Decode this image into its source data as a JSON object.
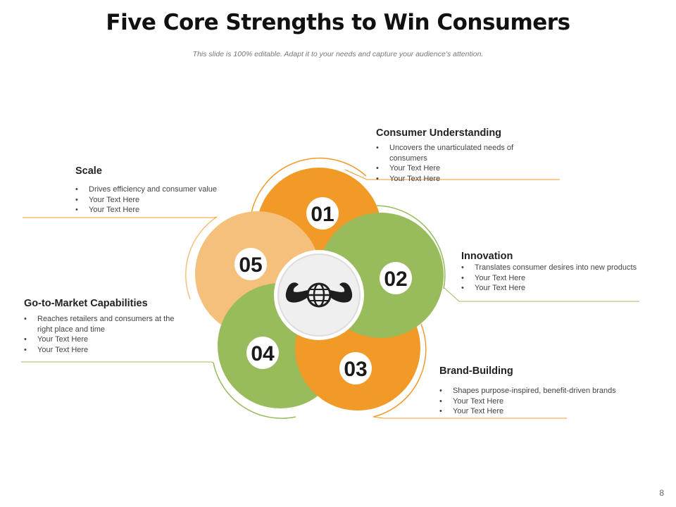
{
  "title": "Five Core Strengths to Win Consumers",
  "subtitle": "This slide is 100% editable. Adapt it to your needs and capture your audience’s attention.",
  "page_number": "8",
  "center_icon": "flexing-arms-globe-icon",
  "colors": {
    "orange": "#F29A28",
    "green": "#98BB5C",
    "light_orange": "#F5C07B",
    "center_fill": "#EFEFEF",
    "center_ring": "#DDDDDD"
  },
  "items": [
    {
      "number": "01",
      "heading": "Consumer Understanding",
      "bullets": [
        "Uncovers the unarticulated needs of consumers",
        "Your Text Here",
        "Your Text Here"
      ]
    },
    {
      "number": "02",
      "heading": "Innovation",
      "bullets": [
        "Translates consumer desires into new products",
        "Your Text Here",
        "Your Text Here"
      ]
    },
    {
      "number": "03",
      "heading": "Brand-Building",
      "bullets": [
        "Shapes purpose-inspired, benefit-driven brands",
        "Your Text Here",
        "Your Text Here"
      ]
    },
    {
      "number": "04",
      "heading": "Go-to-Market Capabilities",
      "bullets": [
        "Reaches retailers and consumers at the right place and time",
        "Your Text Here",
        "Your Text Here"
      ]
    },
    {
      "number": "05",
      "heading": "Scale",
      "bullets": [
        "Drives efficiency and consumer value",
        "Your Text Here",
        "Your Text Here"
      ]
    }
  ]
}
